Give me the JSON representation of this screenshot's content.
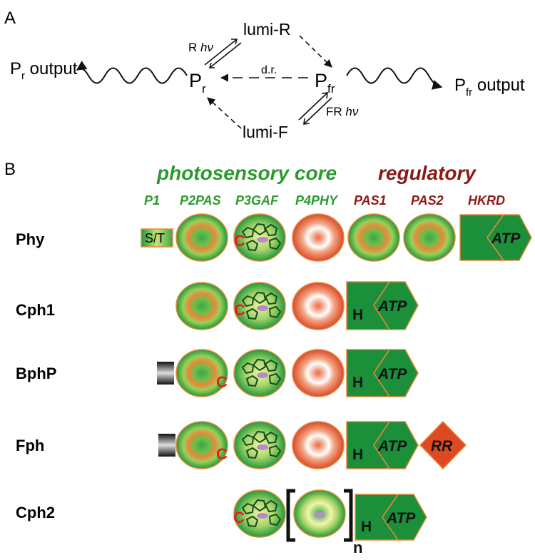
{
  "panel_a": {
    "label": "A",
    "pr": "P",
    "pr_sub": "r",
    "pfr": "P",
    "pfr_sub": "fr",
    "lumi_r": "lumi-R",
    "lumi_f": "lumi-F",
    "dr": "d.r.",
    "r_hv": "R",
    "fr_hv": "FR",
    "hv": "hν",
    "pr_output_main": "P",
    "pr_output_sub": "r",
    "pr_output_word": " output",
    "pfr_output_main": "P",
    "pfr_output_sub": "fr",
    "pfr_output_word": " output"
  },
  "panel_b": {
    "label": "B",
    "header_core": "photosensory core",
    "header_regulatory": "regulatory",
    "domains": [
      "P1",
      "P2PAS",
      "P3GAF",
      "P4PHY",
      "PAS1",
      "PAS2",
      "HKRD"
    ],
    "proteins": [
      "Phy",
      "Cph1",
      "BphP",
      "Fph",
      "Cph2"
    ],
    "labels": {
      "st": "S/T",
      "c": "C",
      "h": "H",
      "atp": "ATP",
      "rr": "RR",
      "n": "n"
    }
  },
  "colors": {
    "core_green": "#2b9a2e",
    "regulatory_red": "#8b1a14",
    "domain_green": "#1f9a3c",
    "domain_orange": "#e8893a",
    "domain_red": "#e05a33",
    "kinase_green": "#1b8f3a",
    "rr_orange": "#dd4a22",
    "c_red": "#e81c1c"
  }
}
